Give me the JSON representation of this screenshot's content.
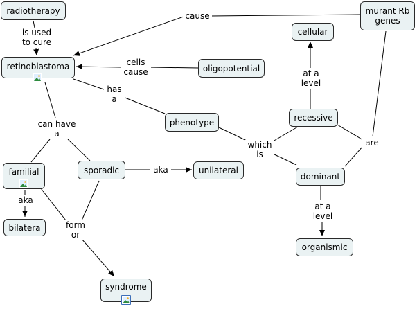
{
  "nodes": {
    "radiotherapy": "radiotherapy",
    "murant": "murant Rb\ngenes",
    "cellular": "cellular",
    "retinoblastoma": "retinoblastoma",
    "oligopotential": "oligopotential",
    "phenotype": "phenotype",
    "recessive": "recessive",
    "familial": "familial",
    "sporadic": "sporadic",
    "unilateral": "unilateral",
    "dominant": "dominant",
    "bilatera": "bilatera",
    "organismic": "organismic",
    "syndrome": "syndrome"
  },
  "links": {
    "is_used_to_cure": "is used\nto cure",
    "cause": "cause",
    "cells_cause": "cells\ncause",
    "at_a_level_1": "at a\nlevel",
    "has_a": "has\na",
    "can_have_a": "can have\na",
    "which_is": "which\nis",
    "are": "are",
    "aka_1": "aka",
    "aka_2": "aka",
    "form_or": "form\nor",
    "at_a_level_2": "at a\nlevel"
  },
  "icons": [
    "image-icon",
    "image-icon",
    "image-icon"
  ]
}
